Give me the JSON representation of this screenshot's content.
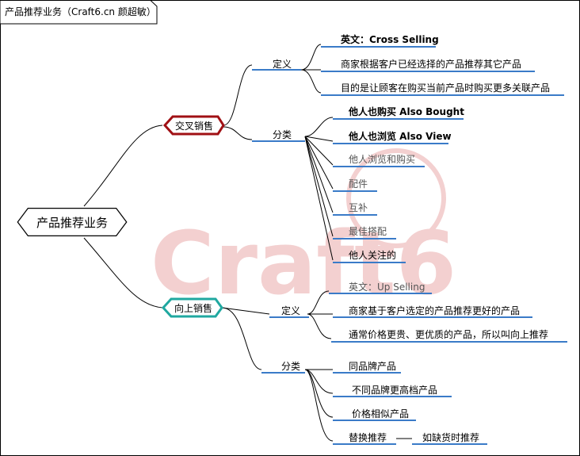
{
  "header": {
    "title": "产品推荐业务（Craft6.cn 颜超敏）"
  },
  "watermark": {
    "text": "Craft6",
    "color": "#f3d0d0"
  },
  "colors": {
    "root_border": "#000000",
    "branch_cross": "#a01014",
    "branch_up": "#20a8a0",
    "underline": "#3a7bc8",
    "connector": "#000000"
  },
  "root": {
    "label": "产品推荐业务"
  },
  "branches": {
    "cross": {
      "label": "交叉销售",
      "definition": {
        "label": "定义",
        "items": [
          "英文：Cross Selling",
          "商家根据客户已经选择的产品推荐其它产品",
          "目的是让顾客在购买当前产品时购买更多关联产品"
        ]
      },
      "categories": {
        "label": "分类",
        "items": [
          "他人也购买 Also Bought",
          "他人也浏览 Also View",
          "他人浏览和购买",
          "配件",
          "互补",
          "最佳搭配",
          "他人关注的"
        ]
      }
    },
    "up": {
      "label": "向上销售",
      "definition": {
        "label": "定义",
        "items": [
          "英文：Up Selling",
          "商家基于客户选定的产品推荐更好的产品",
          "通常价格更贵、更优质的产品，所以叫向上推荐"
        ]
      },
      "categories": {
        "label": "分类",
        "items": [
          "同品牌产品",
          "不同品牌更高档产品",
          "价格相似产品",
          "替换推荐"
        ],
        "substitute_child": "如缺货时推荐"
      }
    }
  }
}
